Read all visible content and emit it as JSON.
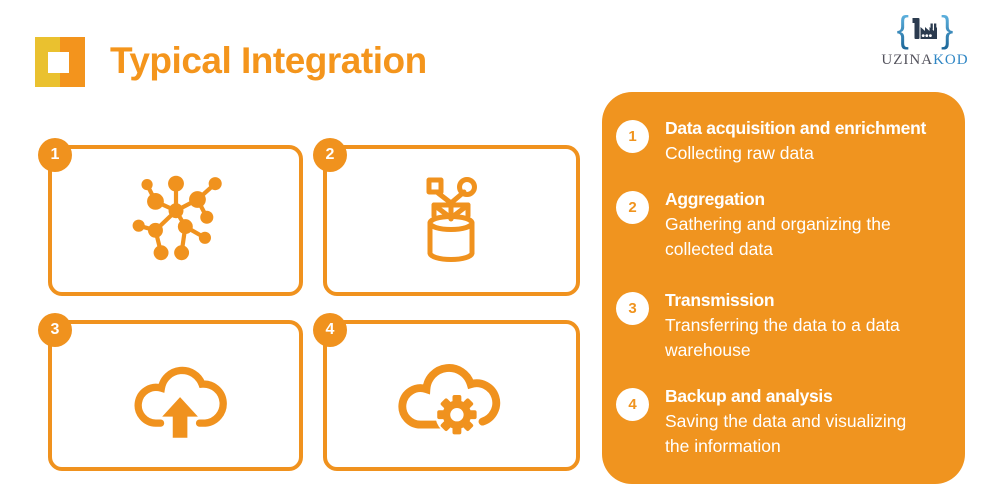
{
  "header": {
    "title": "Typical Integration"
  },
  "brand": {
    "brace_left": "{",
    "brace_right": "}",
    "name_left": "UZINA",
    "name_right": "KOD"
  },
  "colors": {
    "orange": "#F0921E",
    "panel_orange": "#F0941F",
    "logo_yellow": "#EAC12F",
    "logo_orange": "#F3941D",
    "brand_gray": "#53525C",
    "brand_blue": "#2F86C4",
    "factory_navy": "#2B3B4F"
  },
  "cards": [
    {
      "number": "1",
      "icon": "network-nodes-icon"
    },
    {
      "number": "2",
      "icon": "data-collection-icon"
    },
    {
      "number": "3",
      "icon": "cloud-upload-icon"
    },
    {
      "number": "4",
      "icon": "cloud-gear-icon"
    }
  ],
  "steps": [
    {
      "number": "1",
      "title": "Data acquisition and enrichment",
      "description": "Collecting raw data"
    },
    {
      "number": "2",
      "title": "Aggregation",
      "description": "Gathering and organizing the\ncollected data"
    },
    {
      "number": "3",
      "title": "Transmission",
      "description": "Transferring the data to a data\nwarehouse"
    },
    {
      "number": "4",
      "title": "Backup and analysis",
      "description": "Saving the data and visualizing\nthe information"
    }
  ]
}
